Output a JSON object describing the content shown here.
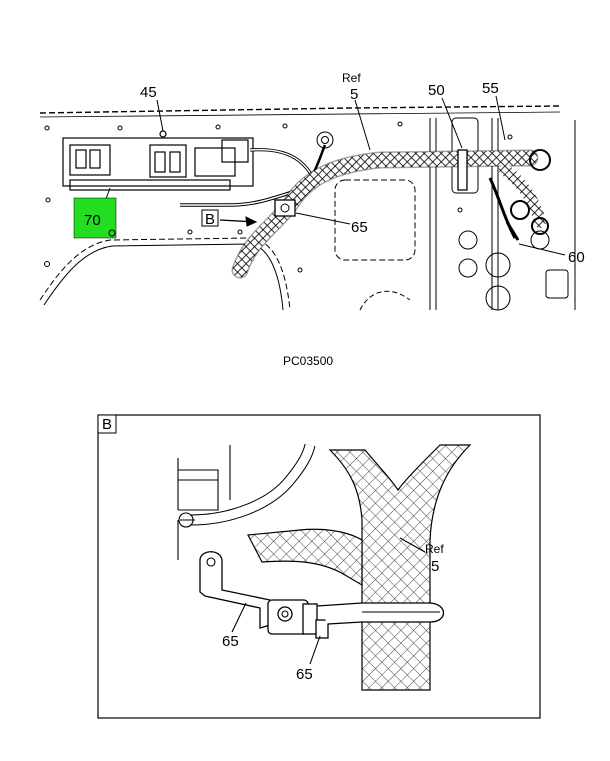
{
  "figure_id": "PC03500",
  "top_view": {
    "callouts": {
      "c45": "45",
      "ref_word": "Ref",
      "ref_num": "5",
      "c50": "50",
      "c55": "55",
      "c65": "65",
      "c60": "60",
      "c70": "70",
      "view_ref": "B"
    },
    "highlight_color": "#22dd22"
  },
  "detail_view": {
    "title": "B",
    "callouts": {
      "ref_word": "Ref",
      "ref_num": "5",
      "c65a": "65",
      "c65b": "65"
    }
  }
}
